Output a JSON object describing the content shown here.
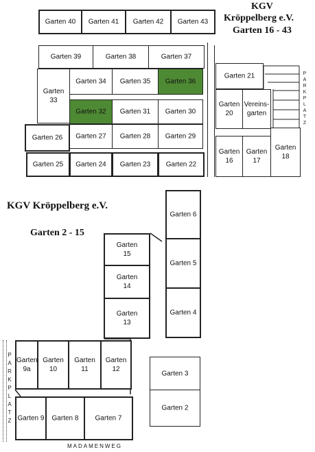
{
  "upper_section": {
    "title_lines": [
      "KGV",
      "Kröppelberg e.V.",
      "Garten 16 - 43"
    ],
    "parking_label": "PARKPLATZ",
    "plots": {
      "g40": "Garten 40",
      "g41": "Garten 41",
      "g42": "Garten 42",
      "g43": "Garten 43",
      "g39": "Garten 39",
      "g38": "Garten 38",
      "g37": "Garten 37",
      "g33": "Garten\n33",
      "g34": "Garten 34",
      "g35": "Garten 35",
      "g36": "Garten 36",
      "g32": "Garten 32",
      "g31": "Garten 31",
      "g30": "Garten 30",
      "g26": "Garten 26",
      "g27": "Garten 27",
      "g28": "Garten 28",
      "g29": "Garten 29",
      "g25": "Garten 25",
      "g24": "Garten 24",
      "g23": "Garten 23",
      "g22": "Garten 22",
      "g21": "Garten 21",
      "g20": "Garten\n20",
      "vereinsgarten": "Vereins-\ngarten",
      "g16": "Garten\n16",
      "g17": "Garten\n17",
      "g18": "Garten\n18"
    },
    "highlight_color": "#4e8a34",
    "highlighted": [
      "Garten 36",
      "Garten 32"
    ]
  },
  "lower_section": {
    "title": "KGV Kröppelberg e.V.",
    "subtitle": "Garten 2 - 15",
    "parking_label": "PARKPLATZ",
    "street_label": "MADAMENWEG",
    "plots": {
      "g6": "Garten 6",
      "g5": "Garten 5",
      "g4": "Garten 4",
      "g15": "Garten\n15",
      "g14": "Garten\n14",
      "g13": "Garten\n13",
      "g9a": "Garten\n9a",
      "g10": "Garten\n10",
      "g11": "Garten\n11",
      "g12": "Garten\n12",
      "g3": "Garten 3",
      "g2": "Garten 2",
      "g9": "Garten 9",
      "g8": "Garten 8",
      "g7": "Garten 7"
    }
  }
}
